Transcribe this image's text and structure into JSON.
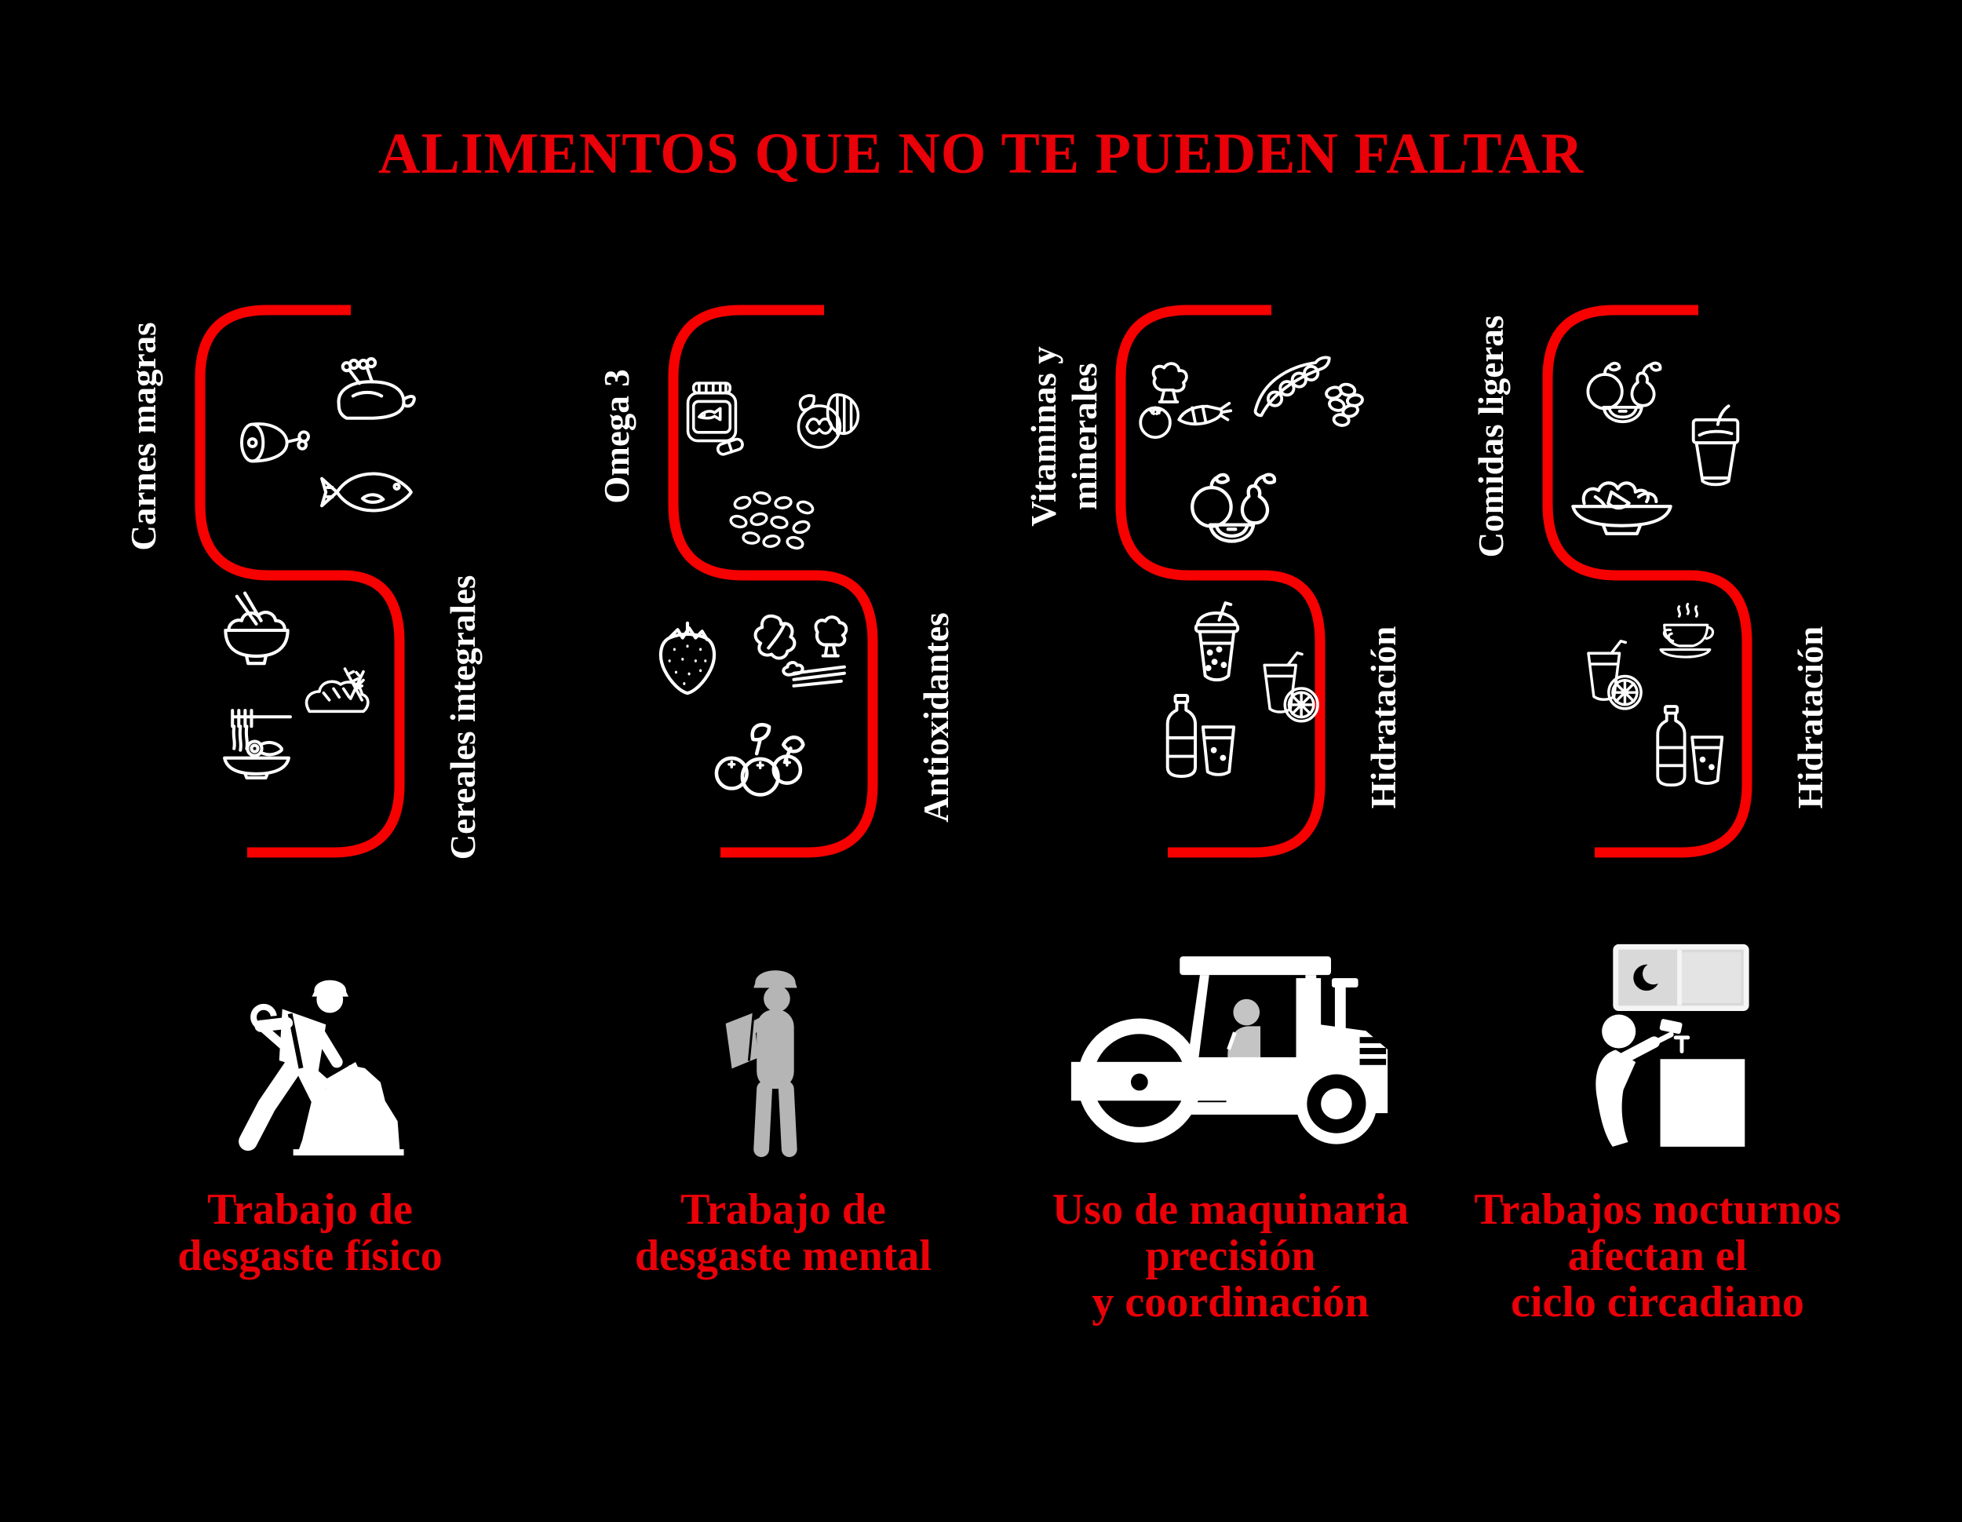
{
  "title": "ALIMENTOS QUE NO TE PUEDEN FALTAR",
  "colors": {
    "background": "#000000",
    "title_red": "#e90008",
    "curve_red": "#f60000",
    "caption_red": "#e90008",
    "label_white": "#ffffff",
    "worker_gray": "#b5b5b5"
  },
  "columns": [
    {
      "top_label_lines": [
        "Carnes magras"
      ],
      "bottom_label": "Cereales integrales",
      "top_icons": [
        "ham-icon",
        "roast-chicken-icon",
        "fish-icon"
      ],
      "bottom_icons": [
        "rice-bowl-icon",
        "noodles-icon",
        "bread-wheat-icon"
      ],
      "worker_icon": "digging-worker-icon",
      "caption_lines": [
        "Trabajo de",
        "desgaste físico"
      ]
    },
    {
      "top_label_lines": [
        "Omega 3"
      ],
      "bottom_label": "Antioxidantes",
      "top_icons": [
        "fish-oil-jar-icon",
        "nuts-icon",
        "seeds-icon"
      ],
      "bottom_icons": [
        "strawberry-icon",
        "leafy-greens-icon",
        "berries-icon"
      ],
      "worker_icon": "blueprint-worker-icon",
      "caption_lines": [
        "Trabajo de",
        "desgaste mental"
      ]
    },
    {
      "top_label_lines": [
        "Vitaminas y",
        "minerales"
      ],
      "bottom_label": "Hidratación",
      "top_icons": [
        "vegetables-icon",
        "peas-beans-icon",
        "apple-pear-icon"
      ],
      "bottom_icons": [
        "smoothie-icon",
        "water-bottle-glass-icon",
        "juice-orange-icon"
      ],
      "worker_icon": "road-roller-icon",
      "caption_lines": [
        "Uso de maquinaria",
        "precisión",
        "y coordinación"
      ]
    },
    {
      "top_label_lines": [
        "Comidas ligeras"
      ],
      "bottom_label": "Hidratación",
      "top_icons": [
        "apple-pear-icon",
        "yogurt-icon",
        "salad-icon"
      ],
      "bottom_icons": [
        "juice-orange-icon",
        "tea-cup-icon",
        "water-bottle-glass-icon"
      ],
      "worker_icon": "night-worker-icon",
      "caption_lines": [
        "Trabajos nocturnos",
        "afectan el",
        "ciclo circadiano"
      ]
    }
  ]
}
